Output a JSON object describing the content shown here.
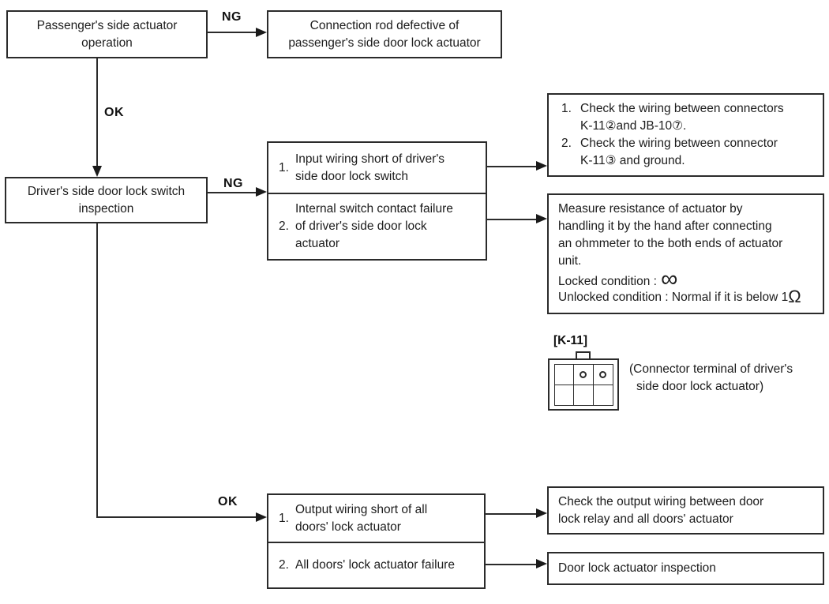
{
  "labels": {
    "ng_top": "NG",
    "ok_top": "OK",
    "ng_mid": "NG",
    "ok_bottom": "OK"
  },
  "boxes": {
    "passenger_actuator": {
      "lines": [
        "Passenger's side actuator",
        "operation"
      ]
    },
    "connection_rod": {
      "lines": [
        "Connection rod defective of",
        "passenger's side door lock actuator"
      ]
    },
    "driver_switch": {
      "lines": [
        "Driver's side door lock switch",
        "inspection"
      ]
    },
    "driver_ng_causes": {
      "items": [
        {
          "num": "1.",
          "lines": [
            "Input wiring short of driver's",
            "side door lock switch"
          ]
        },
        {
          "num": "2.",
          "lines": [
            "Internal switch contact failure",
            "of driver's side door lock",
            "actuator"
          ]
        }
      ]
    },
    "check_wiring": {
      "items": [
        {
          "num": "1.",
          "lines": [
            "Check the wiring between connectors",
            "K-11②and JB-10⑦."
          ]
        },
        {
          "num": "2.",
          "lines": [
            "Check the wiring between connector",
            "K-11③ and ground."
          ]
        }
      ]
    },
    "measure_resistance": {
      "lines": [
        "Measure resistance of actuator by",
        "handling it by the hand after connecting",
        "an ohmmeter to the both ends of actuator",
        "unit."
      ],
      "locked_label": "Locked condition :",
      "locked_symbol": "∞",
      "unlocked_label": "Unlocked condition : Normal if it is below 1",
      "unlocked_symbol": "Ω"
    },
    "ok_causes": {
      "items": [
        {
          "num": "1.",
          "lines": [
            "Output wiring short of all",
            "doors' lock actuator"
          ]
        },
        {
          "num": "2.",
          "lines": [
            "All doors' lock actuator failure"
          ]
        }
      ]
    },
    "check_output_wiring": {
      "lines": [
        "Check the output wiring between door",
        "lock relay and all doors' actuator"
      ]
    },
    "door_lock_inspection": {
      "lines": [
        "Door lock actuator inspection"
      ]
    }
  },
  "connector": {
    "title": "[K-11]",
    "caption_line1": "(Connector terminal of driver's",
    "caption_line2": "side door lock actuator)"
  },
  "colors": {
    "line": "#2b2b2b",
    "text": "#1c1c1c",
    "background": "#ffffff"
  }
}
